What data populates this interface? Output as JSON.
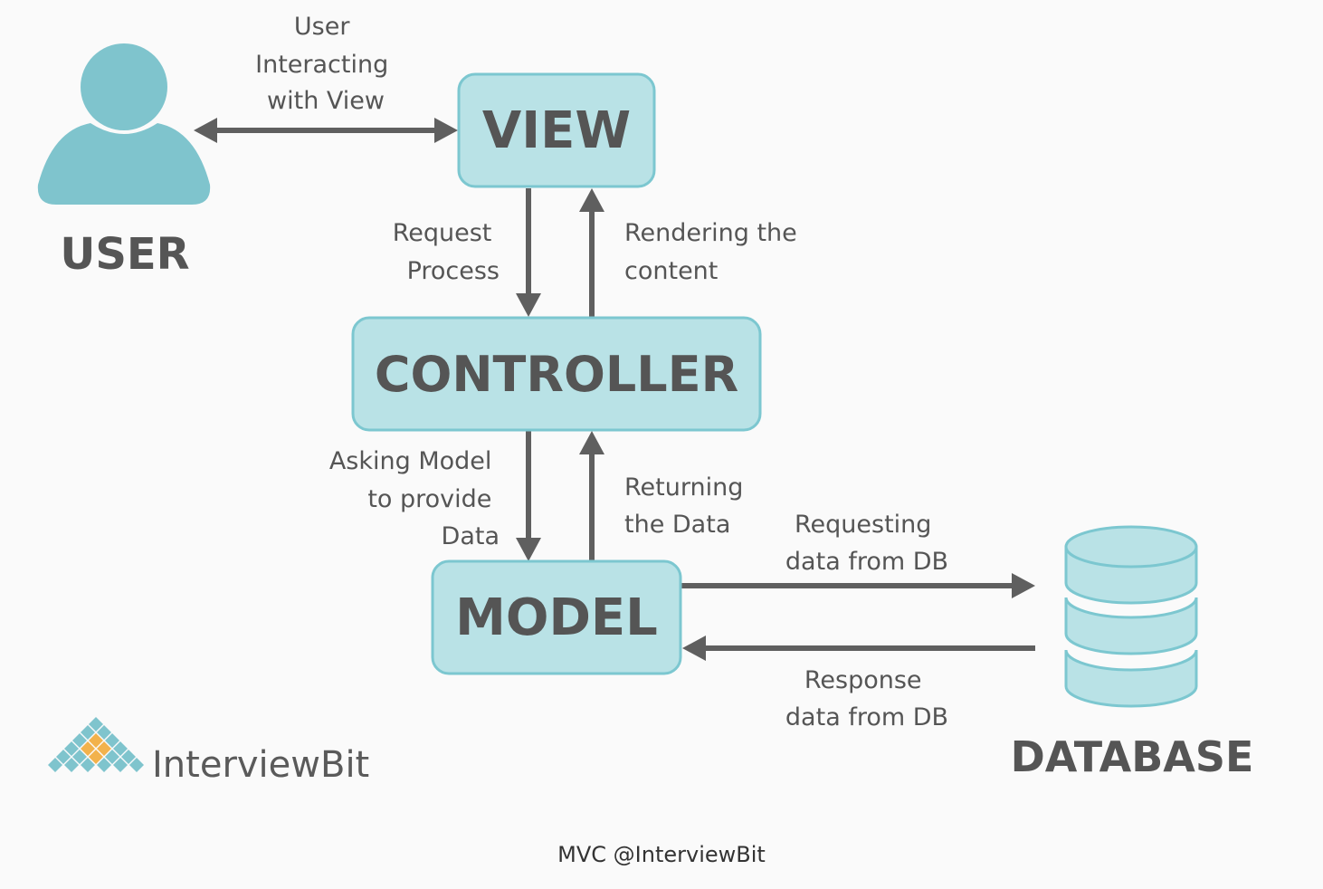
{
  "colors": {
    "node_fill": "#b9e2e6",
    "node_stroke": "#7cc7d0",
    "icon_fill": "#7fc4cd",
    "arrow": "#5f5f5f",
    "text": "#555555",
    "logo_teal": "#7fc4cd",
    "logo_orange": "#f2b24c"
  },
  "nodes": {
    "user": "USER",
    "view": "VIEW",
    "controller": "CONTROLLER",
    "model": "MODEL",
    "database": "DATABASE"
  },
  "edges": {
    "user_view": [
      "User",
      "Interacting",
      "with View"
    ],
    "view_controller": [
      "Request",
      "Process"
    ],
    "controller_view": [
      "Rendering the",
      "content"
    ],
    "controller_model": [
      "Asking Model",
      "to provide",
      "Data"
    ],
    "model_controller": [
      "Returning",
      "the Data"
    ],
    "model_database": [
      "Requesting",
      "data from DB"
    ],
    "database_model": [
      "Response",
      "data from DB"
    ]
  },
  "brand": {
    "logo_text": "InterviewBit"
  },
  "caption": "MVC @InterviewBit"
}
